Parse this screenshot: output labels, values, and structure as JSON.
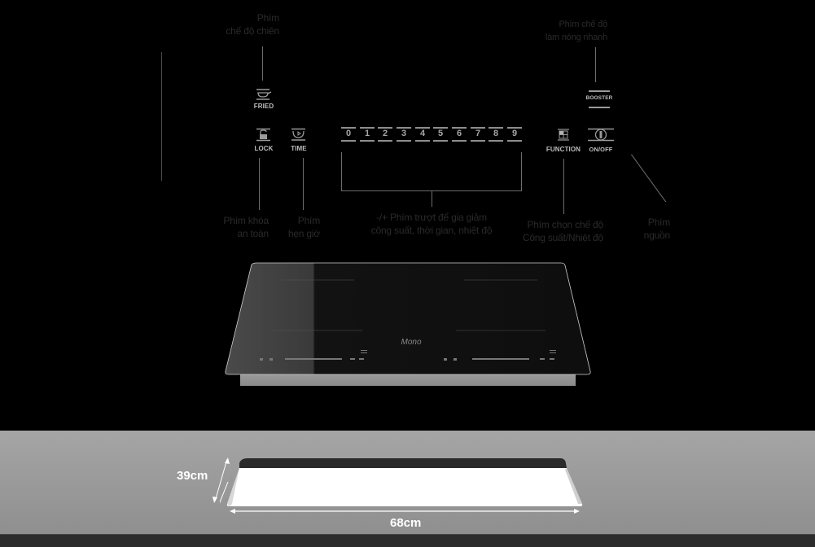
{
  "callouts": {
    "fried": {
      "line1": "Phím",
      "line2": "chế độ chiên"
    },
    "booster": {
      "line1": "Phím chế độ",
      "line2": "làm nóng nhanh"
    },
    "lock": {
      "line1": "Phím khóa",
      "line2": "an toàn"
    },
    "time": {
      "line1": "Phím",
      "line2": "hẹn giờ"
    },
    "slider": {
      "line1": "-/+ Phím trượt để gia giảm",
      "line2": "công suất, thời gian, nhiệt độ"
    },
    "function": {
      "line1": "Phím chọn chế độ",
      "line2": "Công suất/Nhiệt độ"
    },
    "power": {
      "line1": "Phím",
      "line2": "nguồn"
    }
  },
  "keys": {
    "fried": "FRIED",
    "lock": "LOCK",
    "time": "TIME",
    "booster": "BOOSTER",
    "function": "FUNCTION",
    "onoff": "ON/OFF"
  },
  "slider_digits": [
    "0",
    "1",
    "2",
    "3",
    "4",
    "5",
    "6",
    "7",
    "8",
    "9"
  ],
  "product": {
    "brand": "Mono"
  },
  "dimensions": {
    "depth": "39cm",
    "width": "68cm"
  },
  "colors": {
    "background": "#000000",
    "caption": "#2a2a2a",
    "key_label": "#bdbdbd",
    "panel_gray": "#9c9c9c",
    "dimension_text": "#ffffff"
  }
}
